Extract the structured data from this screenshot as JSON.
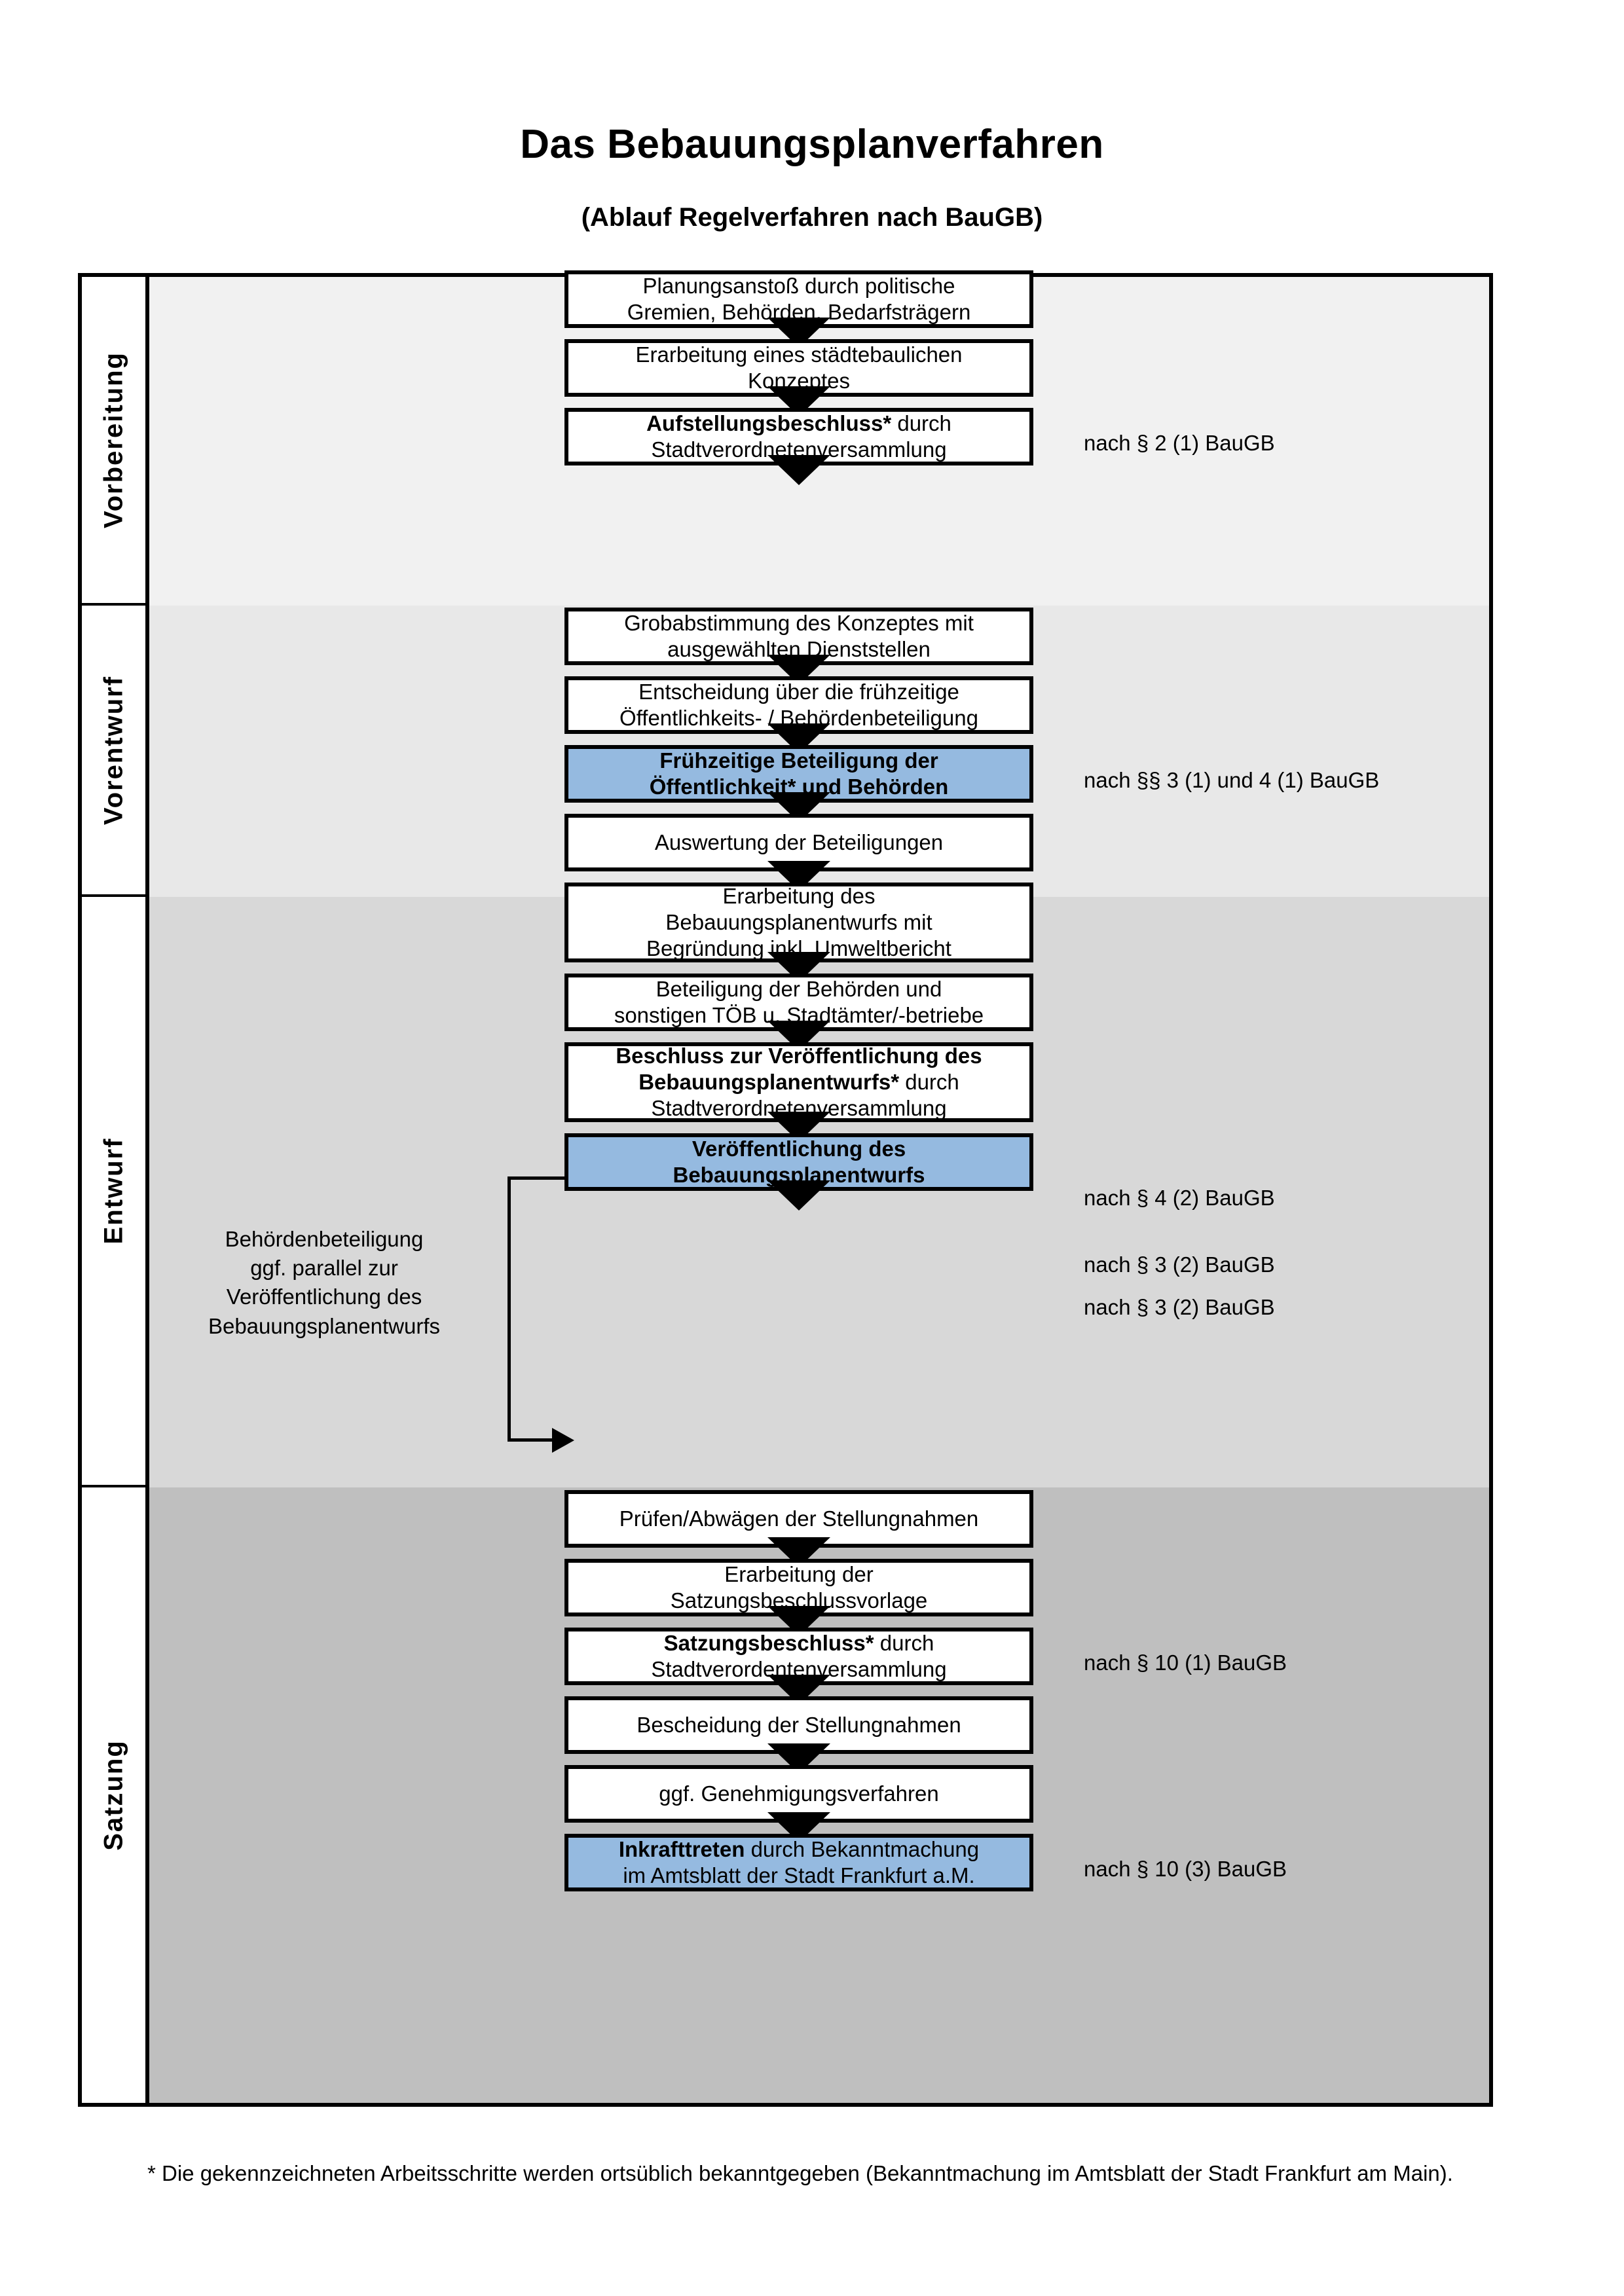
{
  "title": "Das Bebauungsplanverfahren",
  "subtitle": "(Ablauf Regelverfahren nach BauGB)",
  "phases": [
    {
      "label": "Vorbereitung",
      "band_color": "#f1f1f1"
    },
    {
      "label": "Vorentwurf",
      "band_color": "#e8e8e8"
    },
    {
      "label": "Entwurf",
      "band_color": "#d8d8d8"
    },
    {
      "label": "Satzung",
      "band_color": "#bfbfbf"
    }
  ],
  "nodes": [
    {
      "line1": "Planungsanstoß durch politische",
      "line2": "Gremien, Behörden, Bedarfsträgern",
      "bold1": "",
      "highlight": false
    },
    {
      "line1": "Erarbeitung eines städtebaulichen",
      "line2": "Konzeptes",
      "bold1": "",
      "highlight": false
    },
    {
      "bold1": "Aufstellungsbeschluss*",
      "line1": " durch",
      "line2": "Stadtverordnetenversammlung",
      "highlight": false
    },
    {
      "line1": "Grobabstimmung des Konzeptes mit",
      "line2": "ausgewählten Dienststellen",
      "bold1": "",
      "highlight": false
    },
    {
      "line1": "Entscheidung über die frühzeitige",
      "line2": "Öffentlichkeits- / Behördenbeteiligung",
      "bold1": "",
      "highlight": false
    },
    {
      "bold1": "Frühzeitige Beteiligung der",
      "bold2": "Öffentlichkeit* und Behörden",
      "highlight": true
    },
    {
      "line1": "Auswertung der Beteiligungen",
      "bold1": "",
      "highlight": false
    },
    {
      "line1": "Erarbeitung des",
      "line2": "Bebauungsplanentwurfs mit",
      "line3": "Begründung inkl. Umweltbericht",
      "bold1": "",
      "highlight": false
    },
    {
      "line1": "Beteiligung der Behörden und",
      "line2": "sonstigen TÖB u. Stadtämter/-betriebe",
      "bold1": "",
      "highlight": false
    },
    {
      "bold1": "Beschluss zur Veröffentlichung des",
      "bold2": "Bebauungsplanentwurfs*",
      "line1": " durch",
      "line2": "Stadtverordnetenversammlung",
      "highlight": false
    },
    {
      "bold1": "Veröffentlichung des",
      "bold2": "Bebauungsplanentwurfs",
      "highlight": true
    },
    {
      "line1": "Prüfen/Abwägen der Stellungnahmen",
      "bold1": "",
      "highlight": false
    },
    {
      "line1": "Erarbeitung der",
      "line2": "Satzungsbeschlussvorlage",
      "bold1": "",
      "highlight": false
    },
    {
      "bold1": "Satzungsbeschluss*",
      "line1": " durch",
      "line2": "Stadtverordentenversammlung",
      "highlight": false
    },
    {
      "line1": "Bescheidung der Stellungnahmen",
      "bold1": "",
      "highlight": false
    },
    {
      "line1": "ggf. Genehmigungsverfahren",
      "bold1": "",
      "highlight": false
    },
    {
      "bold1": "Inkrafttreten",
      "line1": " durch Bekanntmachung",
      "line2": "im Amtsblatt der Stadt Frankfurt a.M.",
      "highlight": true
    }
  ],
  "annotations": [
    {
      "text": "nach § 2 (1) BauGB"
    },
    {
      "text": "nach §§ 3 (1) und 4 (1) BauGB"
    },
    {
      "text": "nach § 4 (2) BauGB"
    },
    {
      "text": "nach § 3 (2) BauGB"
    },
    {
      "text": "nach § 3 (2) BauGB"
    },
    {
      "text": "nach § 10 (1) BauGB"
    },
    {
      "text": "nach § 10 (3) BauGB"
    }
  ],
  "sidenote": {
    "line1": "Behördenbeteiligung",
    "line2": "ggf. parallel zur",
    "line3": "Veröffentlichung des",
    "line4": "Bebauungsplanentwurfs"
  },
  "footnote": "* Die gekennzeichneten Arbeitsschritte werden ortsüblich bekanntgegeben (Bekanntmachung im Amtsblatt  der Stadt Frankfurt am Main).",
  "colors": {
    "highlight_blue": "#95bae0",
    "border_black": "#000000"
  }
}
